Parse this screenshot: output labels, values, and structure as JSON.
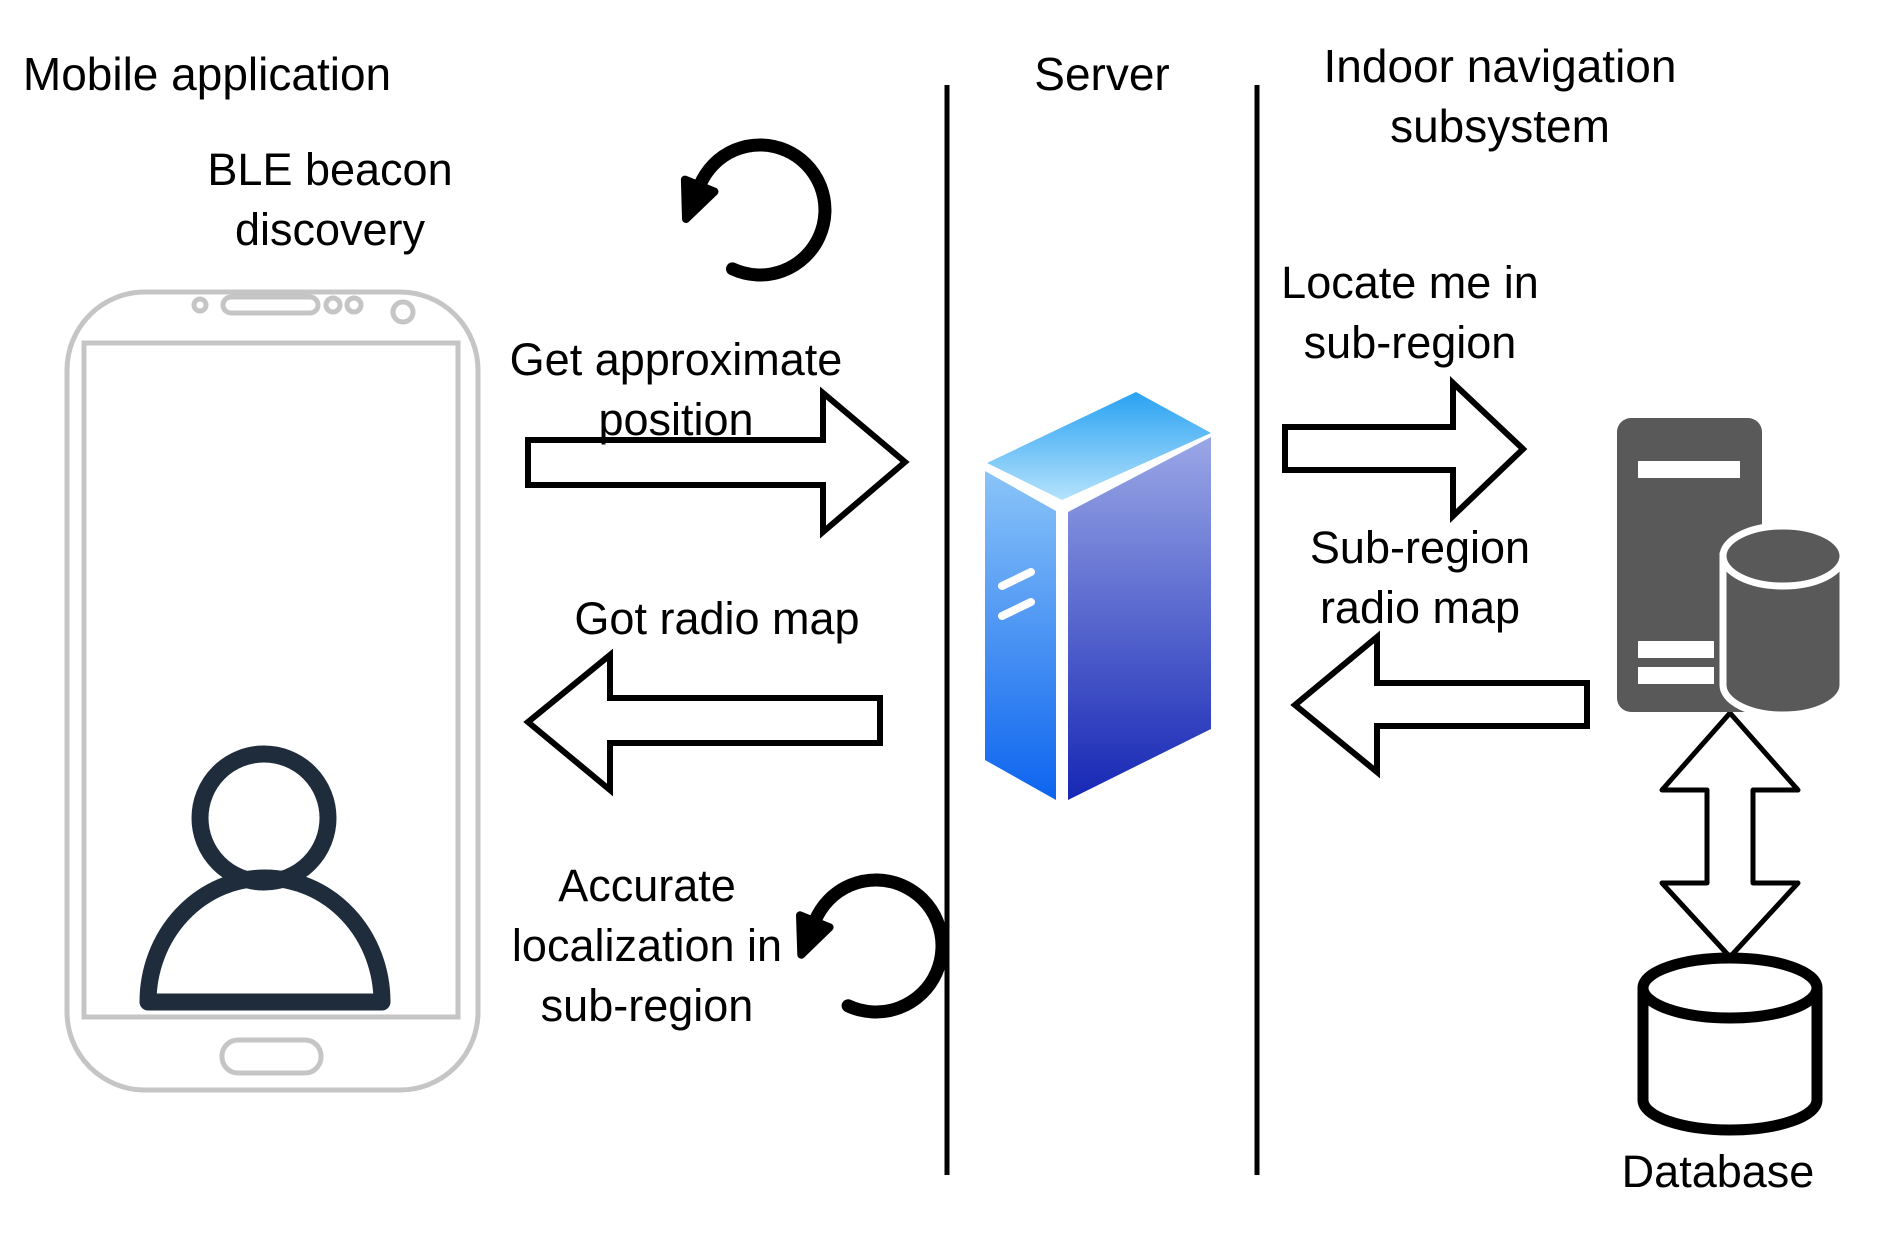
{
  "titles": {
    "mobile": "Mobile application",
    "server": "Server",
    "indoor": "Indoor navigation\nsubsystem"
  },
  "labels": {
    "ble": "BLE beacon\ndiscovery",
    "get_approx": "Get approximate\nposition",
    "got_radio": "Got radio map",
    "accurate": "Accurate\nlocalization in\nsub-region",
    "locate_me": "Locate me in\nsub-region",
    "subregion_map": "Sub-region\nradio map",
    "database": "Database"
  },
  "icons": {
    "phone": "smartphone-icon",
    "person": "user-icon",
    "loop_top": "sync-loop-icon",
    "loop_bottom": "sync-loop-icon",
    "server_box": "server-3d-icon",
    "tower": "server-tower-icon",
    "tower_cylinder": "storage-cylinder-icon",
    "double_arrow": "double-arrow-icon",
    "database": "database-cylinder-icon"
  },
  "colors": {
    "text": "#000000",
    "line": "#000000",
    "phone_outline": "#c5c5c5",
    "person": "#1f2c3c",
    "hardware_gray": "#595959",
    "server_top_start": "#29a2f2",
    "server_top_end": "#b5e2fc",
    "server_left_start": "#8ac4f8",
    "server_left_end": "#0d64ef",
    "server_right_start": "#9aa7e6",
    "server_right_end": "#1627b5"
  }
}
